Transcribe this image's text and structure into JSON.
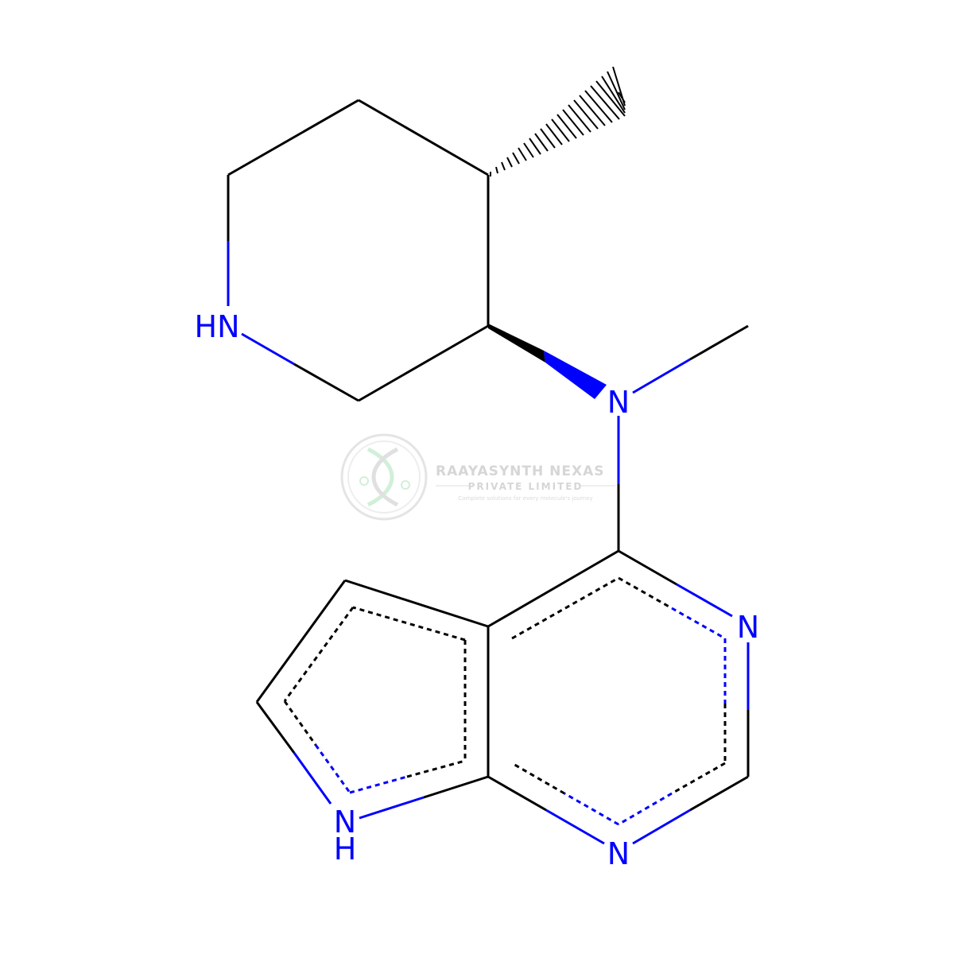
{
  "colors": {
    "carbon_bond": "#000000",
    "nitrogen": "#0000ff",
    "background": "#ffffff",
    "watermark": "#d4d4d4",
    "watermark_green": "#c8ead0"
  },
  "atoms": {
    "piperidine_nh": "HN",
    "amine_n": "N",
    "pyrimidine_n_top": "N",
    "pyrimidine_n_bottom": "N",
    "pyrrole_n": "N",
    "pyrrole_h": "H"
  },
  "watermark": {
    "logo_icon": "dna-helix-icon",
    "company": "RAAYASYNTH NEXAS",
    "company_type": "PRIVATE LIMITED",
    "tagline": "Complete solutions for every molecule's journey"
  }
}
